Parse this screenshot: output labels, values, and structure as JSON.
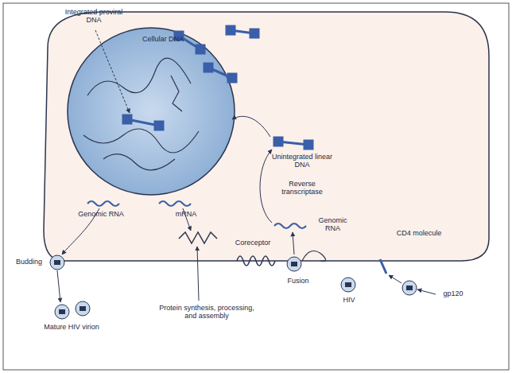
{
  "diagram": {
    "labels": [
      "Integrated proviral DNA",
      "Cellular DNA",
      "Unintegrated linear DNA",
      "Reverse transcriptase",
      "Genomic RNA",
      "CD4 molecule",
      "Genomic RNA",
      "mRNA",
      "Coreceptor",
      "Fusion",
      "Budding",
      "HIV",
      "gp120",
      "Mature HIV virion",
      "Protein synthesis, processing, and assembly"
    ]
  }
}
